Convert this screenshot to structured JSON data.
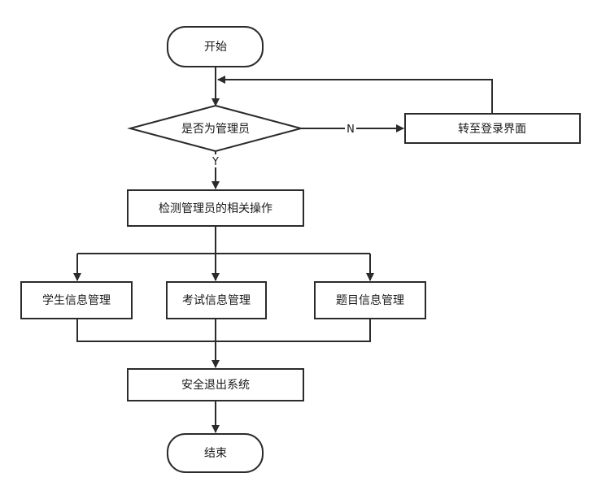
{
  "diagram": {
    "start": "开始",
    "decision": "是否为管理员",
    "redirect": "转至登录界面",
    "label_no": "N",
    "label_yes": "Y",
    "detect": "检测管理员的相关操作",
    "student": "学生信息管理",
    "exam": "考试信息管理",
    "question": "题目信息管理",
    "exit": "安全退出系统",
    "end": "结束"
  }
}
